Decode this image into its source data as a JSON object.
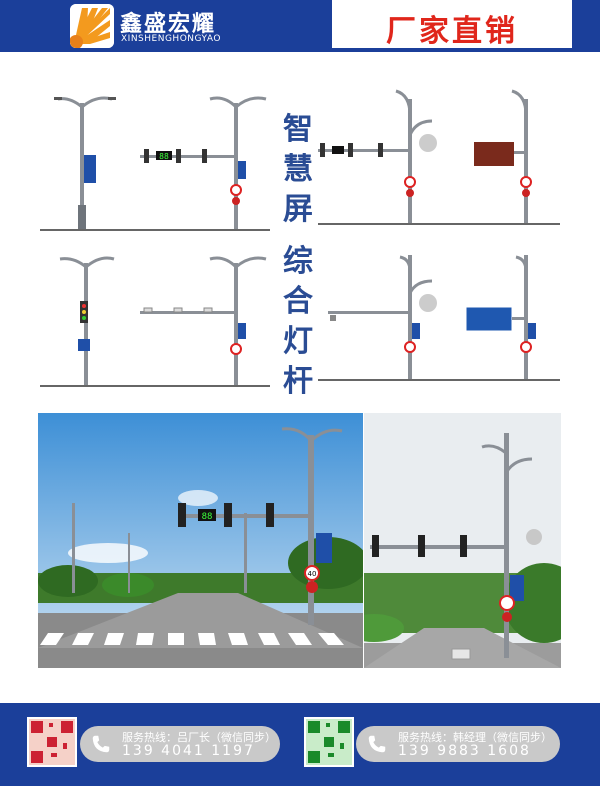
{
  "header": {
    "brand_cn": "鑫盛宏耀",
    "brand_en": "XINSHENGHONGYAO",
    "slogan": "厂家直销"
  },
  "title_vertical": [
    "智",
    "慧",
    "屏",
    " ",
    "综",
    "合",
    "灯",
    "杆"
  ],
  "signs": {
    "speed_limit": "40",
    "countdown": "88"
  },
  "footer": {
    "contacts": [
      {
        "label": "服务热线：吕厂长（微信同步）",
        "phone": "139 4041 1197"
      },
      {
        "label": "服务热线：韩经理（微信同步）",
        "phone": "139 9883 1608"
      }
    ]
  }
}
